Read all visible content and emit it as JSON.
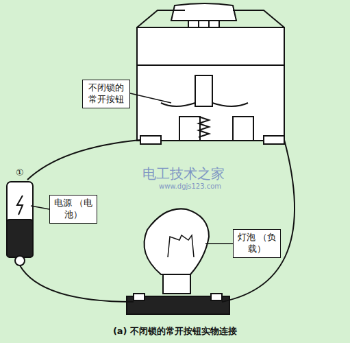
{
  "diagram": {
    "caption": "(a) 不闭锁的常开按钮实物连接",
    "nodes": [
      {
        "text": [
          "不闭锁的 常开按钮"
        ]
      },
      {
        "text": [
          "电源 （电池）"
        ]
      },
      {
        "text": [
          "灯泡 （负载）"
        ]
      }
    ],
    "labels": [
      "①",
      "电工技术之家",
      "www.dgjs123.com"
    ]
  }
}
